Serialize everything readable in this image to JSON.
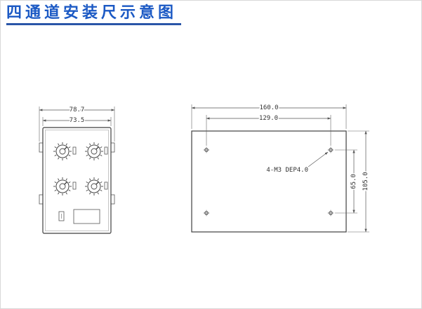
{
  "page": {
    "title": "四通道安装尺示意图"
  },
  "front_view": {
    "dim_total_width": "78.7",
    "dim_panel_width": "73.5"
  },
  "plate_view": {
    "dim_total_width": "160.0",
    "dim_hole_spacing_h": "129.0",
    "hole_note": "4-M3 DEP4.0",
    "dim_hole_spacing_v": "65.0",
    "dim_total_height": "105.0"
  },
  "colors": {
    "title_accent": "#1b59c4",
    "drawing_line": "#3f3f3f"
  }
}
